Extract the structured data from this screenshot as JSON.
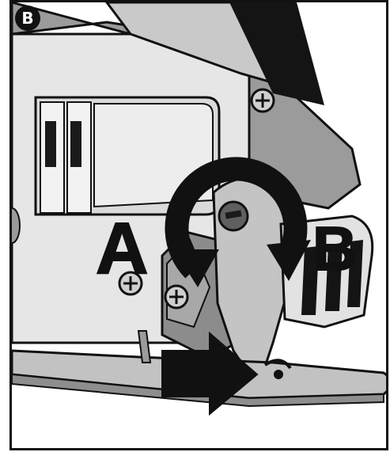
{
  "figure": {
    "badge_label": "B",
    "letter_left": "A",
    "letter_right": "B"
  },
  "parts": {
    "housing": "jigsaw-housing",
    "motor_cover": "motor-cover",
    "bevel_lever": "bevel-lever",
    "base_plate": "base-plate",
    "blade_guard": "blade-guard"
  },
  "icons": {
    "rotation": "rotate-arrow-icon",
    "push": "push-arrow-icon",
    "screw": "phillips-screw-icon"
  },
  "colors": {
    "outline": "#111111",
    "body_light": "#e8e8e8",
    "body_mid": "#bdbdbd",
    "body_dark": "#8c8c8c",
    "black": "#141414"
  }
}
